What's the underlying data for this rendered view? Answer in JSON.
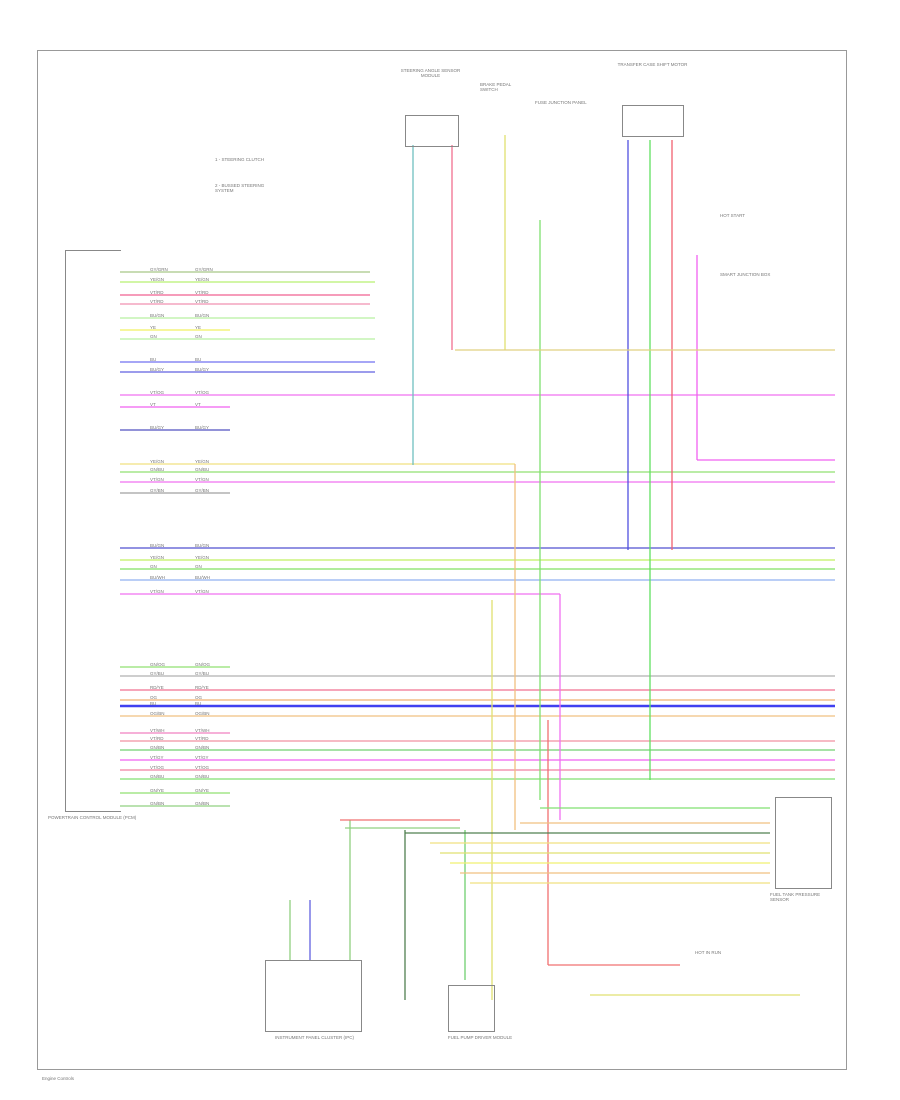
{
  "diagram": {
    "footer": "Engine Controls",
    "notes": [
      "1 - STEERING CLUTCH",
      "2 - BUSSED STEERING SYSTEM"
    ],
    "components": {
      "pcm": "POWERTRAIN CONTROL MODULE (PCM)",
      "steering_angle": "STEERING ANGLE SENSOR MODULE",
      "brake_switch": "BRAKE PEDAL SWITCH",
      "transfer_case": "TRANSFER CASE SHIFT MOTOR",
      "ipc": "INSTRUMENT PANEL CLUSTER (IPC)",
      "fuel_pump_module": "FUEL PUMP DRIVER MODULE",
      "fuse_junction": "FUSE JUNCTION PANEL",
      "hot_start": "HOT START",
      "hot_run": "HOT IN RUN",
      "smart_junction": "SMART JUNCTION BOX",
      "fuel_tank": "FUEL TANK PRESSURE SENSOR"
    },
    "wires": [
      {
        "color": "#a8c888",
        "code": "GY/GRN"
      },
      {
        "color": "#b8f070",
        "code": "YE/GN"
      },
      {
        "color": "#f06090",
        "code": "VT/RD"
      },
      {
        "color": "#f090b0",
        "code": "VT/RD"
      },
      {
        "color": "#b8f0a0",
        "code": "BU/GN"
      },
      {
        "color": "#f0f060",
        "code": "YE"
      },
      {
        "color": "#b8f0a0",
        "code": "GN"
      },
      {
        "color": "#7070f0",
        "code": "BU"
      },
      {
        "color": "#6060e0",
        "code": "BU/GY"
      },
      {
        "color": "#f070f0",
        "code": "VT/OG"
      },
      {
        "color": "#f060f0",
        "code": "VT"
      },
      {
        "color": "#5050c0",
        "code": "BU/GY"
      },
      {
        "color": "#f0e080",
        "code": "YE/GN"
      },
      {
        "color": "#90e070",
        "code": "GN/BU"
      },
      {
        "color": "#f070f0",
        "code": "VT/GN"
      },
      {
        "color": "#a0a0a0",
        "code": "GY/BN"
      },
      {
        "color": "#5050d0",
        "code": "BU/GN"
      },
      {
        "color": "#c0f060",
        "code": "YE/GN"
      },
      {
        "color": "#80e060",
        "code": "GN"
      },
      {
        "color": "#90b0f0",
        "code": "BU/WH"
      },
      {
        "color": "#f070f0",
        "code": "VT/GN"
      },
      {
        "color": "#90e070",
        "code": "GN/OG"
      },
      {
        "color": "#b0b0b0",
        "code": "GY/BU"
      },
      {
        "color": "#f07090",
        "code": "RD/YE"
      },
      {
        "color": "#f0b070",
        "code": "OG"
      },
      {
        "color": "#4040f0",
        "code": "BU"
      },
      {
        "color": "#f0c080",
        "code": "OG/BN"
      },
      {
        "color": "#f080c0",
        "code": "VT/WH"
      },
      {
        "color": "#f090a0",
        "code": "VT/RD"
      },
      {
        "color": "#70d070",
        "code": "GN/BN"
      },
      {
        "color": "#f060f0",
        "code": "VT/GY"
      },
      {
        "color": "#f080a0",
        "code": "VT/OG"
      },
      {
        "color": "#80e070",
        "code": "GN/BU"
      },
      {
        "color": "#90e070",
        "code": "GN/YE"
      },
      {
        "color": "#90d080",
        "code": "GN/BN"
      }
    ]
  }
}
